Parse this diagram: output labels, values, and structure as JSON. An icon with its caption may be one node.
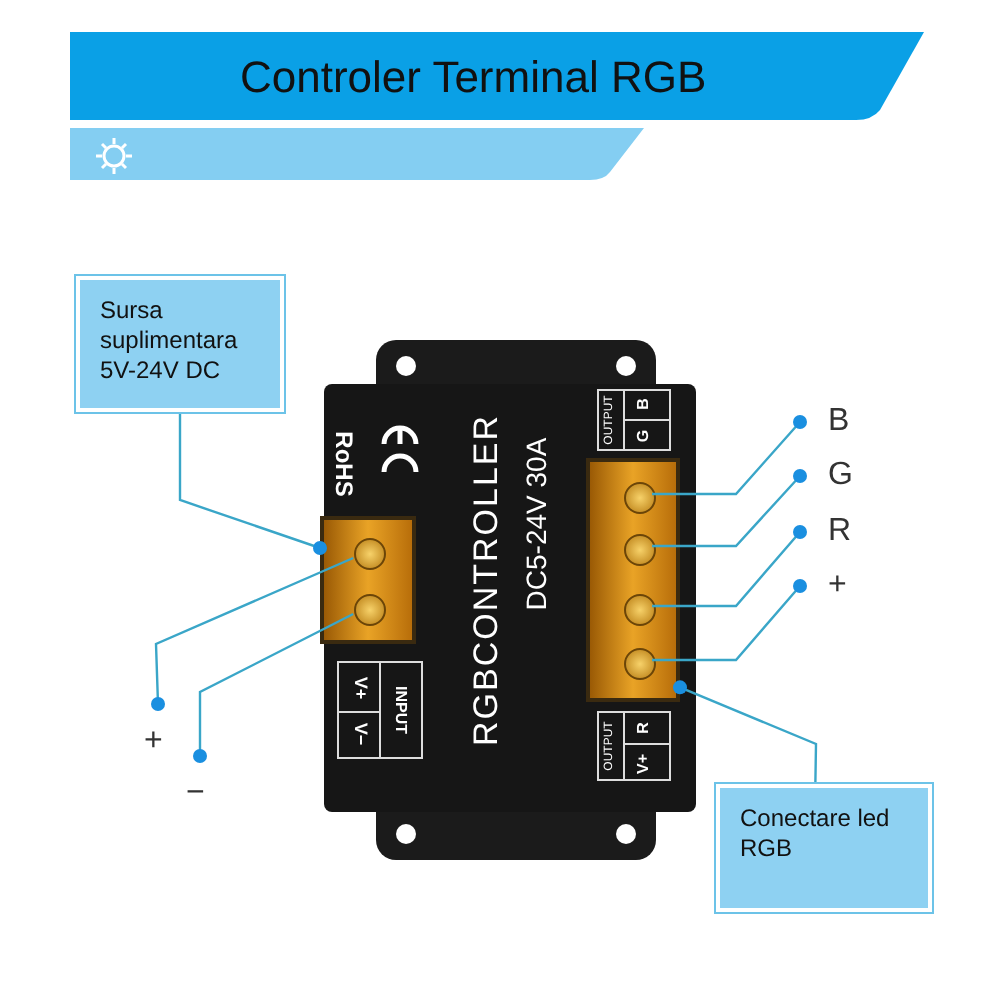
{
  "diagram": {
    "title": "Controler Terminal RGB",
    "nodes": [
      {
        "text": [
          "Sursa suplimentara 5V-24V DC"
        ]
      },
      {
        "text": [],
        "shape": "box"
      },
      {
        "text": [],
        "shape": "circle",
        "in": 1
      },
      {
        "text": [],
        "shape": "circle",
        "in": 1
      },
      {
        "text": [
          "+"
        ]
      },
      {
        "text": [
          "−"
        ]
      },
      {
        "text": [
          "B"
        ]
      },
      {
        "text": [
          "G"
        ]
      },
      {
        "text": [
          "R"
        ]
      },
      {
        "text": [
          "+"
        ]
      },
      {
        "text": [],
        "shape": "box"
      },
      {
        "text": [],
        "shape": "circle",
        "in": 10
      },
      {
        "text": [],
        "shape": "circle",
        "in": 10
      },
      {
        "text": [],
        "shape": "circle",
        "in": 10
      },
      {
        "text": [],
        "shape": "circle",
        "in": 10
      },
      {
        "text": [
          "Conectare led RGB"
        ]
      }
    ],
    "edges": [
      {
        "from": 0,
        "to": 1,
        "arrow": "other"
      },
      {
        "from": 2,
        "to": 4,
        "arrow": "other"
      },
      {
        "from": 3,
        "to": 5,
        "arrow": "other"
      },
      {
        "from": 11,
        "to": 6,
        "arrow": "other"
      },
      {
        "from": 12,
        "to": 7,
        "arrow": "other"
      },
      {
        "from": 13,
        "to": 8,
        "arrow": "other"
      },
      {
        "from": 14,
        "to": 9,
        "arrow": "other"
      },
      {
        "from": 15,
        "to": 10,
        "arrow": "other"
      }
    ],
    "labels": [
      "RoHS",
      "RGBCONTROLLER",
      "DC5-24V 30A",
      "OUTPUT",
      "G",
      "B",
      "V+",
      "V−",
      "INPUT",
      "OUTPUT",
      "V+",
      "R"
    ]
  }
}
